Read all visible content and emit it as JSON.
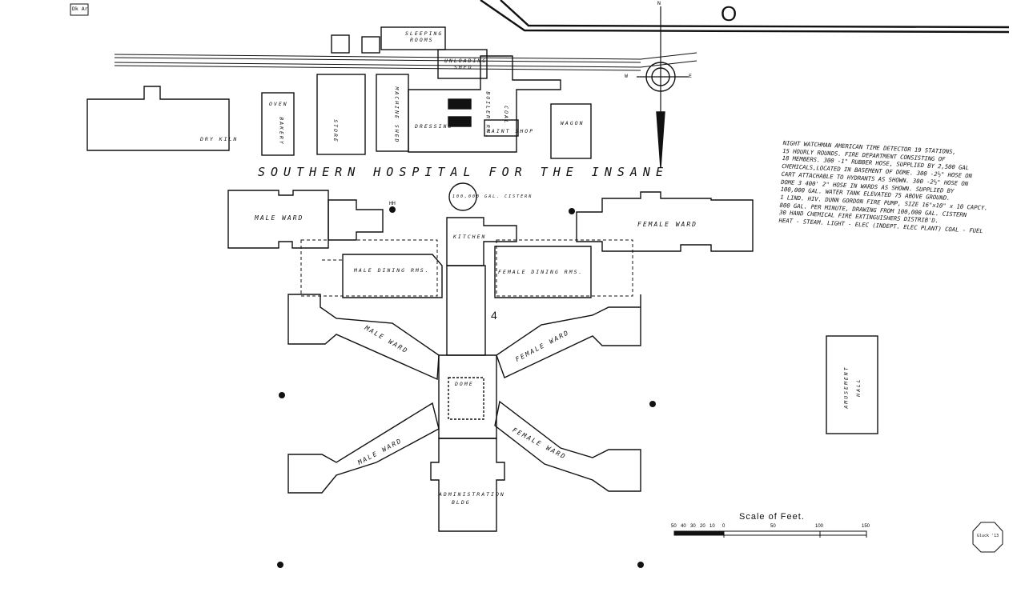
{
  "sheet": {
    "corner_tag": "Dk  Ar",
    "title": "SOUTHERN   HOSPITAL   FOR   THE   INSANE",
    "block_number": "4",
    "road_letter": "O",
    "octagon_stamp": "Gluck '13"
  },
  "compass": {
    "n": "N",
    "e": "E",
    "w": "W"
  },
  "notes": [
    "NIGHT WATCHMAN AMERICAN TIME DETECTOR 19 STATIONS,",
    "15 HOURLY ROUNDS. FIRE DEPARTMENT CONSISTING OF",
    "18 MEMBERS. 300 -1\" RUBBER HOSE, SUPPLIED BY 2,500 GAL",
    "CHEMICALS,LOCATED IN BASEMENT OF DOME. 300 -2½\" HOSE ON",
    "CART ATTACHABLE TO HYDRANTS AS SHOWN. 300 -2½\" HOSE ON",
    "DOME 3 400' 2\" HOSE IN WARDS AS SHOWN. SUPPLIED BY",
    "100,000 GAL. WATER TANK ELEVATED 75 ABOVE GROUND.",
    "1 LIND. HIV. DUNN GORDON FIRE PUMP, SIZE 16\"x10\" x 10 CAPCY.",
    "800 GAL. PER MINUTE, DRAWING FROM 100,000 GAL. CISTERN",
    "30 HAND CHEMICAL FIRE EXTINGUISHERS DISTRIB'D.",
    "HEAT - STEAM. LIGHT - ELEC (INDEPT. ELEC PLANT) COAL - FUEL"
  ],
  "buildings": {
    "male_ward_nw": "MALE  WARD",
    "female_ward_ne": "FEMALE  WARD",
    "male_dining": "MALE  DINING  RMS.",
    "female_dining": "FEMALE  DINING  RMS.",
    "kitchen": "KITCHEN",
    "male_wing_upper": "MALE  WARD",
    "female_wing_upper": "FEMALE  WARD",
    "male_wing_lower": "MALE  WARD",
    "female_wing_lower": "FEMALE  WARD",
    "administration": "ADMINISTRATION",
    "administration_2": "BLDG",
    "dome": "DOME",
    "amusement": "AMUSEMENT",
    "amusement_2": "HALL",
    "bakery": "BAKERY",
    "oven": "OVEN",
    "store": "STORE",
    "machine_shed": "MACHINE SHED",
    "boiler_room": "BOILER RM.",
    "coal": "COAL",
    "unloading_shed": "UNLOADING",
    "unloading_shed_2": "SHED",
    "sleeping_rooms": "SLEEPING",
    "sleeping_rooms_2": "ROOMS",
    "paint_shop": "PAINT SHOP",
    "wagon_shed": "WAGON",
    "dry_kiln": "DRY KILN",
    "dressing": "DRESSING",
    "tank": "100,000 GAL. CISTERN"
  },
  "scale": {
    "title": "Scale of Feet.",
    "ticks": [
      "50",
      "40",
      "30",
      "20",
      "10",
      "0",
      "50",
      "100",
      "150"
    ]
  },
  "hydrant_label": "HH",
  "colors": {
    "ink": "#111111",
    "paper": "#ffffff"
  }
}
